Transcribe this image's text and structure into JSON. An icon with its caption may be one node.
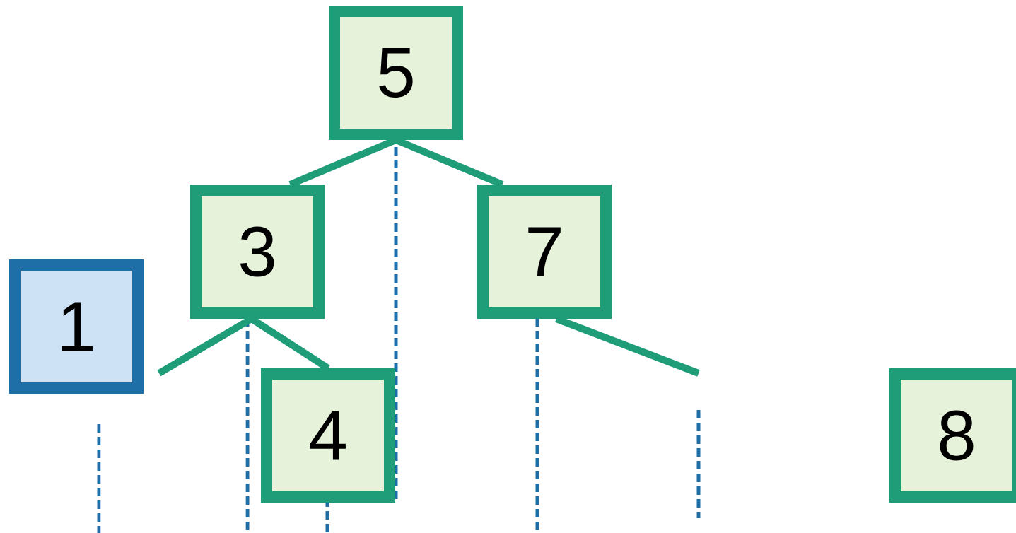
{
  "diagram": {
    "nodes": [
      {
        "text": [
          "5"
        ]
      },
      {
        "text": [
          "3"
        ]
      },
      {
        "text": [
          "7"
        ]
      },
      {
        "text": [
          "1"
        ]
      },
      {
        "text": [
          "4"
        ]
      },
      {
        "text": [
          "8"
        ]
      }
    ],
    "edges": [
      {
        "from": 0,
        "to": 1,
        "arrow": "none"
      },
      {
        "from": 0,
        "to": 2,
        "arrow": "none"
      },
      {
        "from": 1,
        "to": null,
        "arrow": "none"
      },
      {
        "from": 1,
        "to": 4,
        "arrow": "none"
      },
      {
        "from": 2,
        "to": null,
        "arrow": "none"
      }
    ]
  }
}
